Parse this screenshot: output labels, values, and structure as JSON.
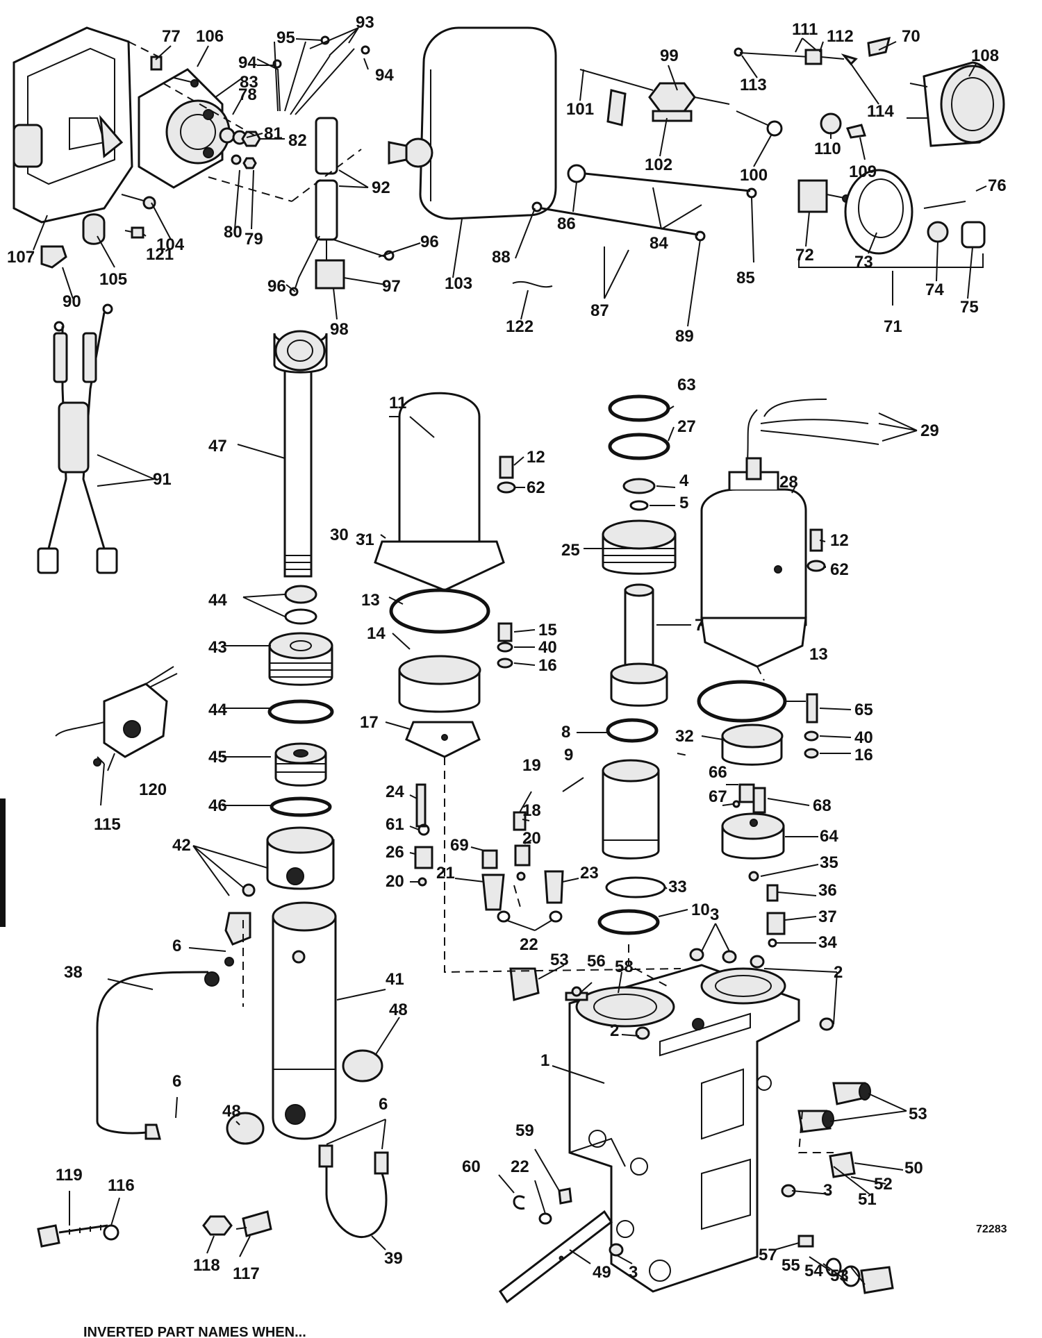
{
  "figure_id": "72283",
  "footer_text": "INVERTED PART NAMES WHEN...",
  "callouts": [
    {
      "id": "c77",
      "label": "77"
    },
    {
      "id": "c106",
      "label": "106"
    },
    {
      "id": "c95",
      "label": "95"
    },
    {
      "id": "c93",
      "label": "93"
    },
    {
      "id": "c94a",
      "label": "94"
    },
    {
      "id": "c94b",
      "label": "94"
    },
    {
      "id": "c83",
      "label": "83"
    },
    {
      "id": "c78",
      "label": "78"
    },
    {
      "id": "c81",
      "label": "81"
    },
    {
      "id": "c82",
      "label": "82"
    },
    {
      "id": "c92",
      "label": "92"
    },
    {
      "id": "c80",
      "label": "80"
    },
    {
      "id": "c79",
      "label": "79"
    },
    {
      "id": "c104",
      "label": "104"
    },
    {
      "id": "c107",
      "label": "107"
    },
    {
      "id": "c105",
      "label": "105"
    },
    {
      "id": "c121",
      "label": "121"
    },
    {
      "id": "c90",
      "label": "90"
    },
    {
      "id": "c96a",
      "label": "96"
    },
    {
      "id": "c96b",
      "label": "96"
    },
    {
      "id": "c97",
      "label": "97"
    },
    {
      "id": "c98",
      "label": "98"
    },
    {
      "id": "c103",
      "label": "103"
    },
    {
      "id": "c101",
      "label": "101"
    },
    {
      "id": "c99",
      "label": "99"
    },
    {
      "id": "c102",
      "label": "102"
    },
    {
      "id": "c100",
      "label": "100"
    },
    {
      "id": "c113",
      "label": "113"
    },
    {
      "id": "c111",
      "label": "111"
    },
    {
      "id": "c112",
      "label": "112"
    },
    {
      "id": "c70",
      "label": "70"
    },
    {
      "id": "c114",
      "label": "114"
    },
    {
      "id": "c108",
      "label": "108"
    },
    {
      "id": "c110",
      "label": "110"
    },
    {
      "id": "c109",
      "label": "109"
    },
    {
      "id": "c76",
      "label": "76"
    },
    {
      "id": "c86",
      "label": "86"
    },
    {
      "id": "c84",
      "label": "84"
    },
    {
      "id": "c88",
      "label": "88"
    },
    {
      "id": "c85",
      "label": "85"
    },
    {
      "id": "c87",
      "label": "87"
    },
    {
      "id": "c89",
      "label": "89"
    },
    {
      "id": "c122",
      "label": "122"
    },
    {
      "id": "c72",
      "label": "72"
    },
    {
      "id": "c73",
      "label": "73"
    },
    {
      "id": "c74",
      "label": "74"
    },
    {
      "id": "c75",
      "label": "75"
    },
    {
      "id": "c71",
      "label": "71"
    },
    {
      "id": "c91",
      "label": "91"
    },
    {
      "id": "c47",
      "label": "47"
    },
    {
      "id": "c11",
      "label": "11"
    },
    {
      "id": "c12a",
      "label": "12"
    },
    {
      "id": "c62a",
      "label": "62"
    },
    {
      "id": "c63",
      "label": "63"
    },
    {
      "id": "c27",
      "label": "27"
    },
    {
      "id": "c29",
      "label": "29"
    },
    {
      "id": "c28",
      "label": "28"
    },
    {
      "id": "c4",
      "label": "4"
    },
    {
      "id": "c5",
      "label": "5"
    },
    {
      "id": "c25",
      "label": "25"
    },
    {
      "id": "c12b",
      "label": "12"
    },
    {
      "id": "c62b",
      "label": "62"
    },
    {
      "id": "c30",
      "label": "30"
    },
    {
      "id": "c31",
      "label": "31"
    },
    {
      "id": "c44a",
      "label": "44"
    },
    {
      "id": "c13a",
      "label": "13"
    },
    {
      "id": "c15",
      "label": "15"
    },
    {
      "id": "c7",
      "label": "7"
    },
    {
      "id": "c14",
      "label": "14"
    },
    {
      "id": "c40a",
      "label": "40"
    },
    {
      "id": "c16a",
      "label": "16"
    },
    {
      "id": "c43",
      "label": "43"
    },
    {
      "id": "c13b",
      "label": "13"
    },
    {
      "id": "c65",
      "label": "65"
    },
    {
      "id": "c44b",
      "label": "44"
    },
    {
      "id": "c17",
      "label": "17"
    },
    {
      "id": "c8",
      "label": "8"
    },
    {
      "id": "c32",
      "label": "32"
    },
    {
      "id": "c40b",
      "label": "40"
    },
    {
      "id": "c120",
      "label": "120"
    },
    {
      "id": "c45",
      "label": "45"
    },
    {
      "id": "c19",
      "label": "19"
    },
    {
      "id": "c9",
      "label": "9"
    },
    {
      "id": "c16b",
      "label": "16"
    },
    {
      "id": "c115",
      "label": "115"
    },
    {
      "id": "c24",
      "label": "24"
    },
    {
      "id": "c66",
      "label": "66"
    },
    {
      "id": "c67",
      "label": "67"
    },
    {
      "id": "c68",
      "label": "68"
    },
    {
      "id": "c46",
      "label": "46"
    },
    {
      "id": "c18",
      "label": "18"
    },
    {
      "id": "c61",
      "label": "61"
    },
    {
      "id": "c20a",
      "label": "20"
    },
    {
      "id": "c64",
      "label": "64"
    },
    {
      "id": "c42",
      "label": "42"
    },
    {
      "id": "c69",
      "label": "69"
    },
    {
      "id": "c26",
      "label": "26"
    },
    {
      "id": "c35",
      "label": "35"
    },
    {
      "id": "c20b",
      "label": "20"
    },
    {
      "id": "c21",
      "label": "21"
    },
    {
      "id": "c23",
      "label": "23"
    },
    {
      "id": "c33",
      "label": "33"
    },
    {
      "id": "c36",
      "label": "36"
    },
    {
      "id": "c22a",
      "label": "22"
    },
    {
      "id": "c10",
      "label": "10"
    },
    {
      "id": "c3a",
      "label": "3"
    },
    {
      "id": "c37",
      "label": "37"
    },
    {
      "id": "c6a",
      "label": "6"
    },
    {
      "id": "c34",
      "label": "34"
    },
    {
      "id": "c38",
      "label": "38"
    },
    {
      "id": "c41",
      "label": "41"
    },
    {
      "id": "c53a",
      "label": "53"
    },
    {
      "id": "c56",
      "label": "56"
    },
    {
      "id": "c58",
      "label": "58"
    },
    {
      "id": "c2a",
      "label": "2"
    },
    {
      "id": "c48a",
      "label": "48"
    },
    {
      "id": "c2b",
      "label": "2"
    },
    {
      "id": "c1",
      "label": "1"
    },
    {
      "id": "c6b",
      "label": "6"
    },
    {
      "id": "c48b",
      "label": "48"
    },
    {
      "id": "c53b",
      "label": "53"
    },
    {
      "id": "c6c",
      "label": "6"
    },
    {
      "id": "c59",
      "label": "59"
    },
    {
      "id": "c50",
      "label": "50"
    },
    {
      "id": "c52",
      "label": "52"
    },
    {
      "id": "c60",
      "label": "60"
    },
    {
      "id": "c22b",
      "label": "22"
    },
    {
      "id": "c51",
      "label": "51"
    },
    {
      "id": "c3b",
      "label": "3"
    },
    {
      "id": "c119",
      "label": "119"
    },
    {
      "id": "c116",
      "label": "116"
    },
    {
      "id": "c39",
      "label": "39"
    },
    {
      "id": "c118",
      "label": "118"
    },
    {
      "id": "c117",
      "label": "117"
    },
    {
      "id": "c49",
      "label": "49"
    },
    {
      "id": "c3c",
      "label": "3"
    },
    {
      "id": "c57",
      "label": "57"
    },
    {
      "id": "c55",
      "label": "55"
    },
    {
      "id": "c54",
      "label": "54"
    },
    {
      "id": "c53c",
      "label": "53"
    }
  ]
}
